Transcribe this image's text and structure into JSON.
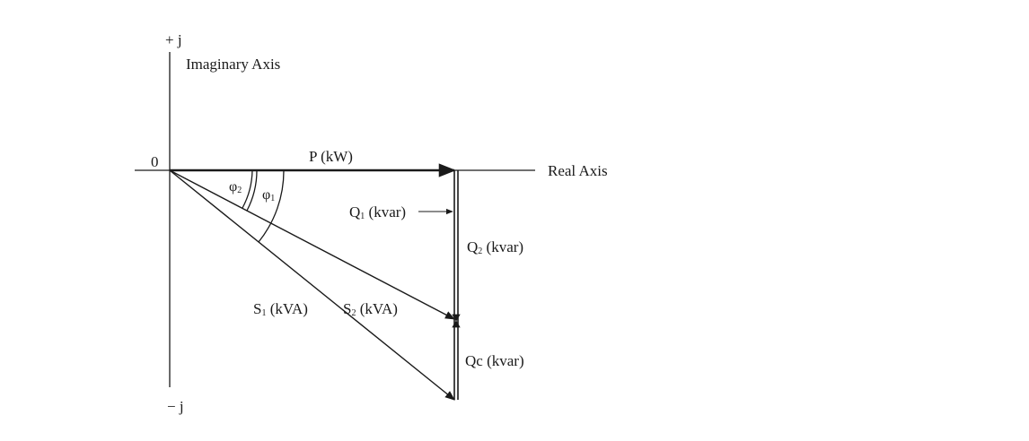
{
  "diagram": {
    "axes": {
      "plus_j": "+ j",
      "minus_j": "− j",
      "imaginary_axis": "Imaginary  Axis",
      "real_axis": "Real Axis",
      "origin": "0"
    },
    "vectors": {
      "p_label": "P (kW)",
      "s1_base": "S",
      "s1_sub": "1",
      "s1_unit": " (kVA)",
      "s2_base": "S",
      "s2_sub": "2",
      "s2_unit": " (kVA)"
    },
    "reactive": {
      "q1_base": "Q",
      "q1_sub": "1",
      "q1_unit": " (kvar)",
      "q2_base": "Q",
      "q2_sub": "2",
      "q2_unit": " (kvar)",
      "qc_label": "Qc (kvar)"
    },
    "angles": {
      "phi2_base": "φ",
      "phi2_sub": "2",
      "phi1_base": "φ",
      "phi1_sub": "1"
    },
    "colors": {
      "ink": "#1a1a1a",
      "background": "#ffffff"
    }
  }
}
